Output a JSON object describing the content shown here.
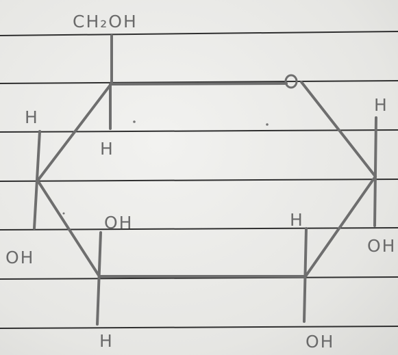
{
  "labels": {
    "c5_substituent": "CH₂OH",
    "c5_hydrogen": "H",
    "c4_hydrogen": "H",
    "c4_hydroxyl": "OH",
    "c3_hydroxyl": "OH",
    "c3_hydrogen": "H",
    "c2_hydrogen": "H",
    "c2_hydroxyl": "OH",
    "c1_hydrogen": "H",
    "c1_hydroxyl": "OH",
    "ring_oxygen": "O"
  },
  "colors": {
    "pencil": "#6e6e6e",
    "paper": "#ececea",
    "rule": "#2f2f2f"
  }
}
